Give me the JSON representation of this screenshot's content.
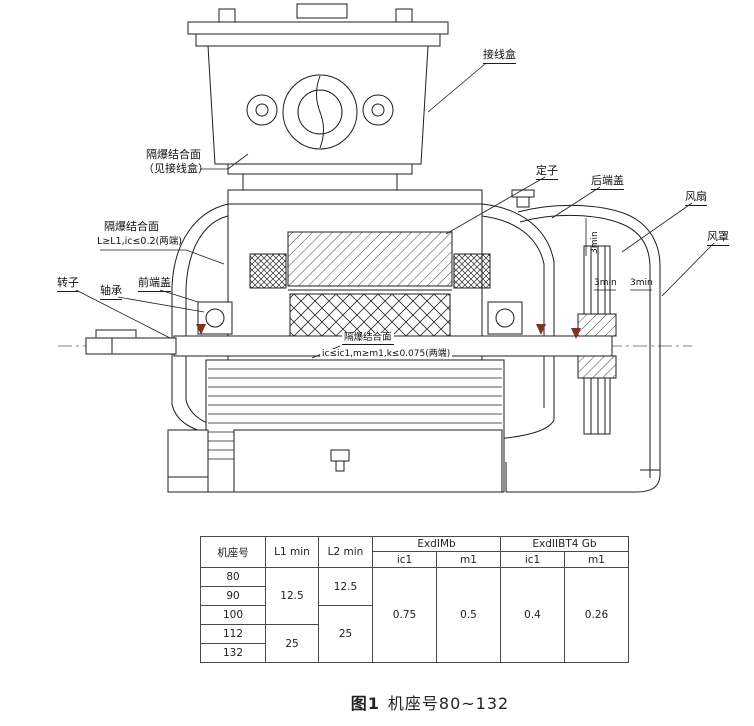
{
  "drawing": {
    "callouts": {
      "terminal_box": "接线盒",
      "flameproof_joint_box_line1": "隔爆结合面",
      "flameproof_joint_box_line2": "（见接线盒）",
      "stator": "定子",
      "rear_end_cover": "后端盖",
      "fan": "风扇",
      "fan_cover": "风罩",
      "flameproof_joint_spigot_line1": "隔爆结合面",
      "flameproof_joint_spigot_line2": "L≥L1,ic≤0.2(两端)",
      "rotor": "转子",
      "bearing": "轴承",
      "front_end_cover": "前端盖",
      "flameproof_joint_shaft_line1": "隔爆结合面",
      "flameproof_joint_shaft_line2": "ic≤ic1,m≥m1,k≤0.075(两端)",
      "gap_dim_vertical": "3min",
      "gap_dim_fan": "3min",
      "gap_dim_cover": "3min"
    }
  },
  "table": {
    "headers": {
      "frame": "机座号",
      "l1": "L1 min",
      "l2": "L2 min",
      "group_exd1": "ExdIMb",
      "group_exd2": "ExdIIBT4 Gb",
      "ic1_a": "ic1",
      "m1_a": "m1",
      "ic1_b": "ic1",
      "m1_b": "m1"
    },
    "frames": [
      "80",
      "90",
      "100",
      "112",
      "132"
    ],
    "l1_small": "12.5",
    "l1_large": "25",
    "l2_small": "12.5",
    "l2_large": "25",
    "exd1_ic1": "0.75",
    "exd1_m1": "0.5",
    "exd2_ic1": "0.4",
    "exd2_m1": "0.26"
  },
  "caption": {
    "figure": "图1",
    "title": "机座号80~132"
  }
}
